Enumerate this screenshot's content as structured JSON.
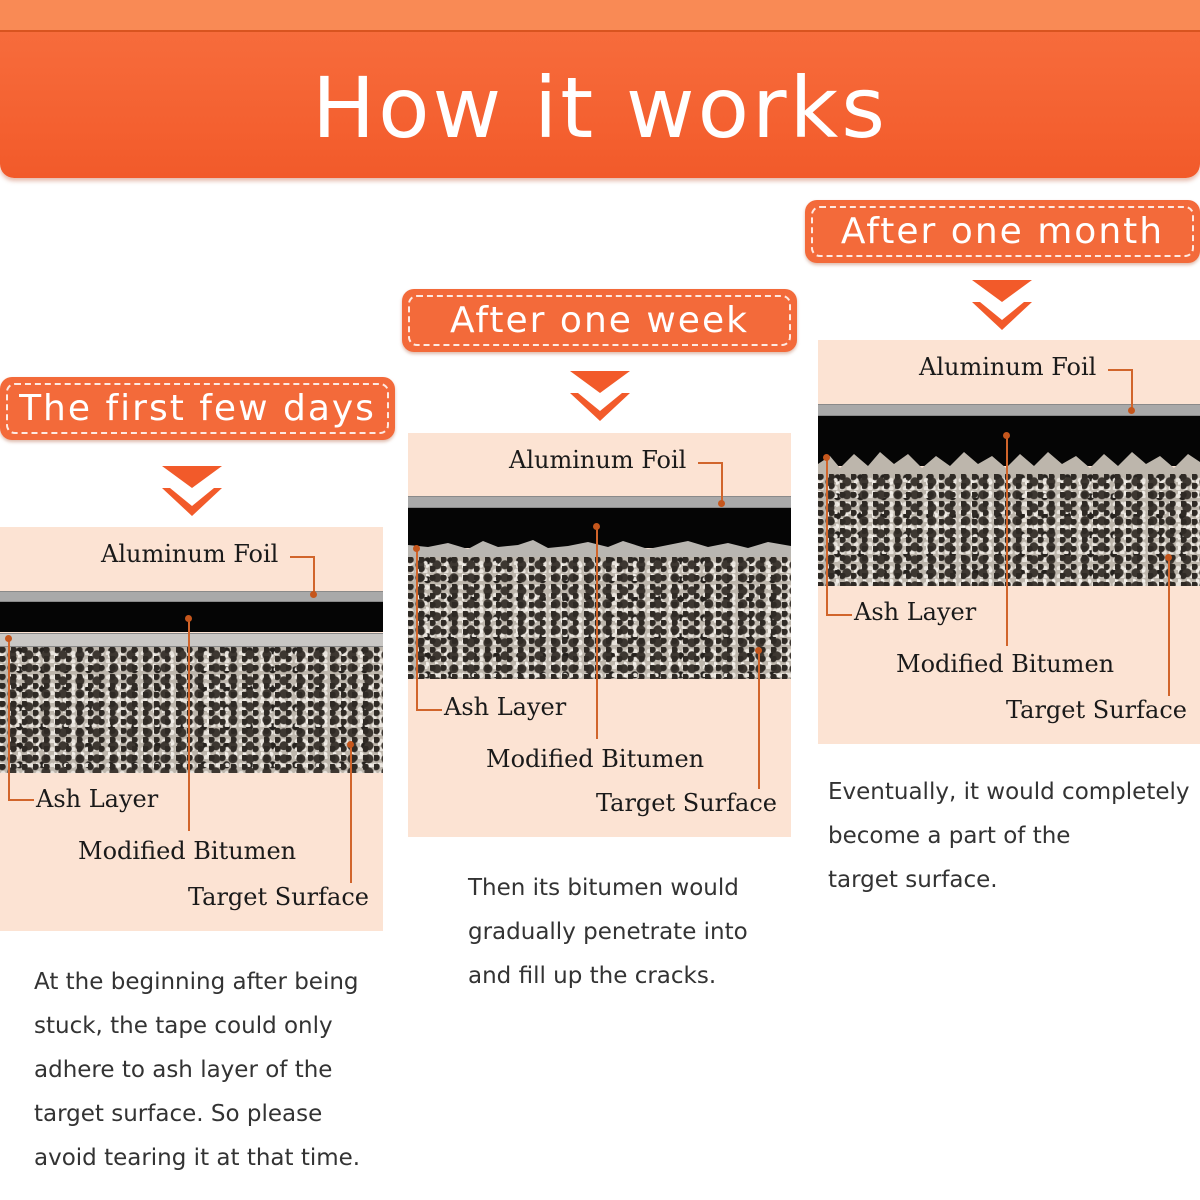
{
  "header": {
    "title": "How it works"
  },
  "stages": [
    {
      "heading": "The first few days",
      "labels": {
        "foil": "Aluminum Foil",
        "ash": "Ash Layer",
        "bitumen": "Modified Bitumen",
        "target": "Target Surface"
      },
      "caption": [
        "At the beginning after being",
        "stuck, the tape could only",
        "adhere to ash layer of the",
        "target surface. So please",
        "avoid tearing it at that time."
      ]
    },
    {
      "heading": "After one week",
      "labels": {
        "foil": "Aluminum Foil",
        "ash": "Ash Layer",
        "bitumen": "Modified Bitumen",
        "target": "Target Surface"
      },
      "caption": [
        "Then its bitumen would",
        "gradually penetrate into",
        "and fill up the cracks."
      ]
    },
    {
      "heading": "After one month",
      "labels": {
        "foil": "Aluminum Foil",
        "ash": "Ash Layer",
        "bitumen": "Modified Bitumen",
        "target": "Target Surface"
      },
      "caption": [
        "Eventually, it would completely",
        "become a part of the",
        "target surface."
      ]
    }
  ],
  "colors": {
    "accent": "#f36a3a",
    "panel": "#fce3d3",
    "leader": "#d1652b"
  }
}
